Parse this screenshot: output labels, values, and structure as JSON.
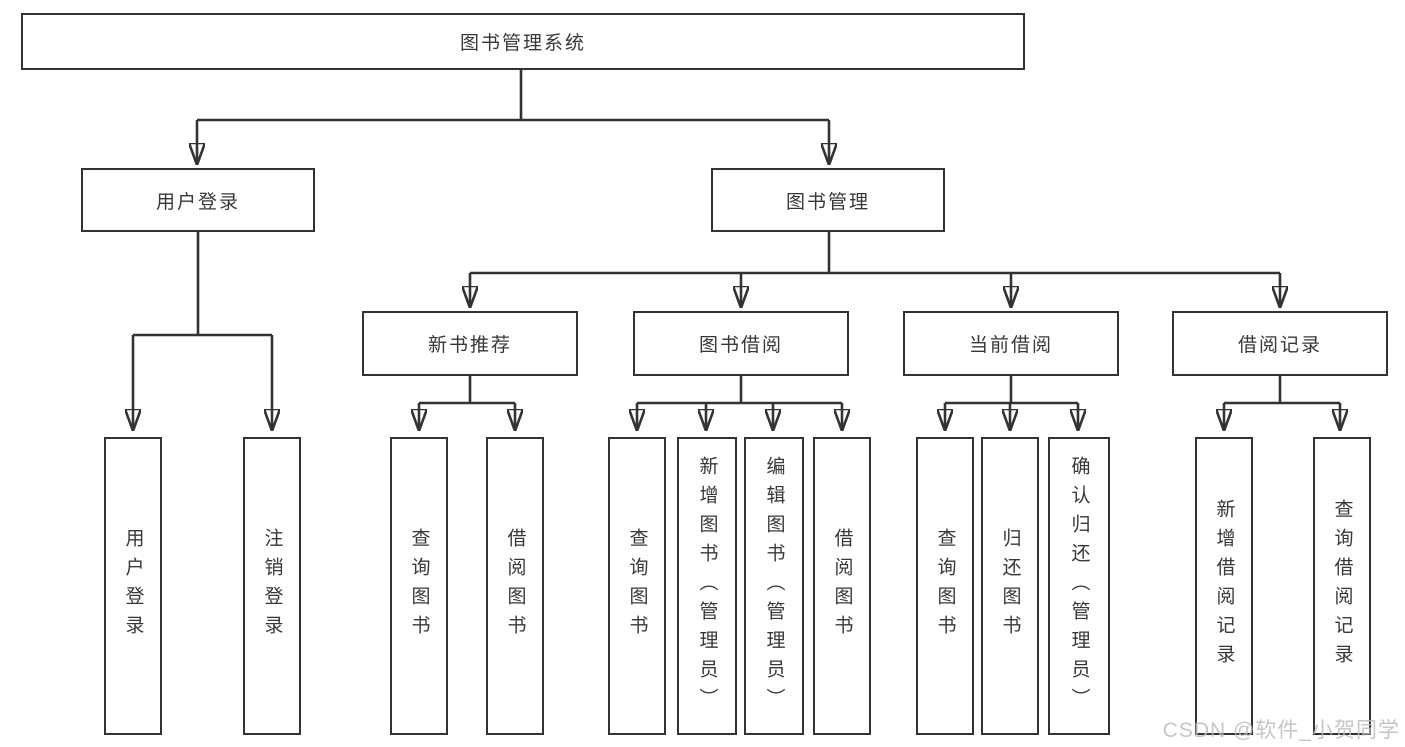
{
  "diagram_title": "图书管理系统",
  "tree": {
    "root": {
      "label": "图书管理系统"
    },
    "branches": [
      {
        "label": "用户登录",
        "children": [
          {
            "label": "用户登录"
          },
          {
            "label": "注销登录"
          }
        ]
      },
      {
        "label": "图书管理",
        "children": [
          {
            "label": "新书推荐",
            "children": [
              {
                "label": "查询图书"
              },
              {
                "label": "借阅图书"
              }
            ]
          },
          {
            "label": "图书借阅",
            "children": [
              {
                "label": "查询图书"
              },
              {
                "label": "新增图书（管理员）"
              },
              {
                "label": "编辑图书（管理员）"
              },
              {
                "label": "借阅图书"
              }
            ]
          },
          {
            "label": "当前借阅",
            "children": [
              {
                "label": "查询图书"
              },
              {
                "label": "归还图书"
              },
              {
                "label": "确认归还（管理员）"
              }
            ]
          },
          {
            "label": "借阅记录",
            "children": [
              {
                "label": "新增借阅记录"
              },
              {
                "label": "查询借阅记录"
              }
            ]
          }
        ]
      }
    ]
  },
  "watermark": {
    "text": "CSDN @软件_小贺同学",
    "color": "#bdbdbd"
  },
  "colors": {
    "line": "#333333",
    "box_border": "#333333",
    "box_fill": "#ffffff",
    "text": "#383838",
    "background": "#ffffff"
  }
}
